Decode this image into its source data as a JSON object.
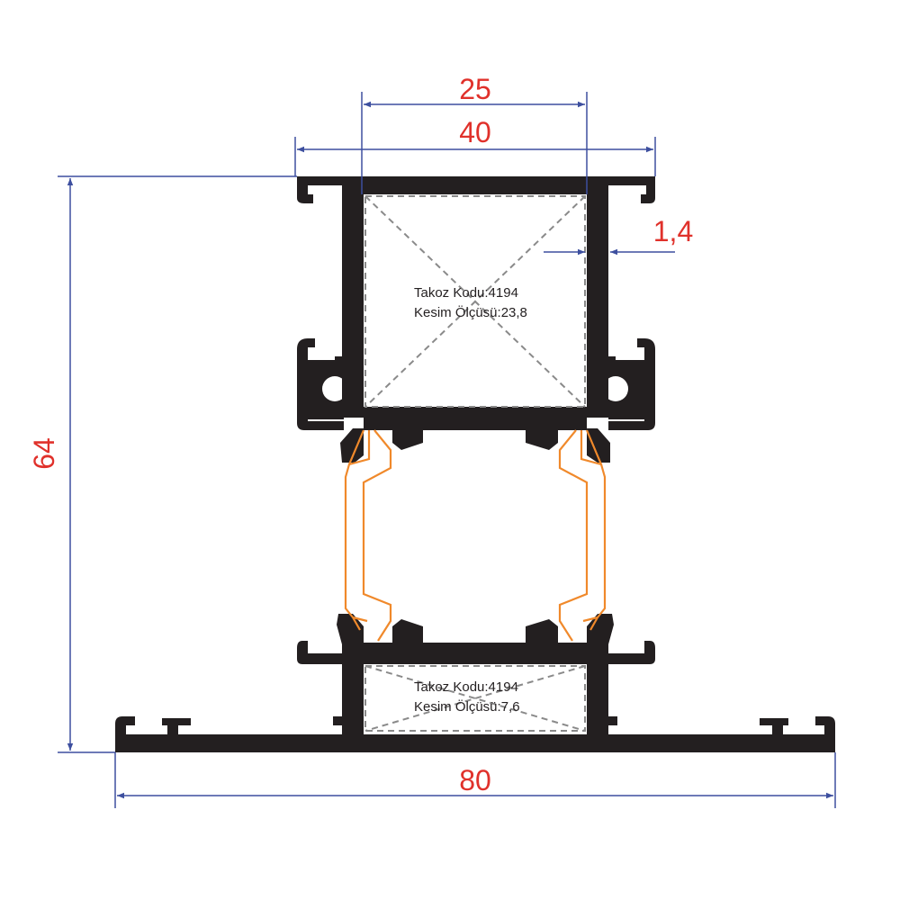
{
  "colors": {
    "profile": "#231f20",
    "dimension_line": "#3d4f9f",
    "dimension_text": "#e0312b",
    "thermal_break": "#f0892b",
    "hidden_line": "#8a8a8a",
    "background": "#ffffff"
  },
  "dimensions": {
    "width_inner": "25",
    "width_sash": "40",
    "wall_thickness": "1,4",
    "total_height": "64",
    "total_width": "80"
  },
  "notes": {
    "upper_code": "Takoz Kodu:4194",
    "upper_cut": "Kesim Ölçüsü:23,8",
    "lower_code": "Takoz Kodu:4194",
    "lower_cut": "Kesim Ölçüsü:7,6"
  }
}
